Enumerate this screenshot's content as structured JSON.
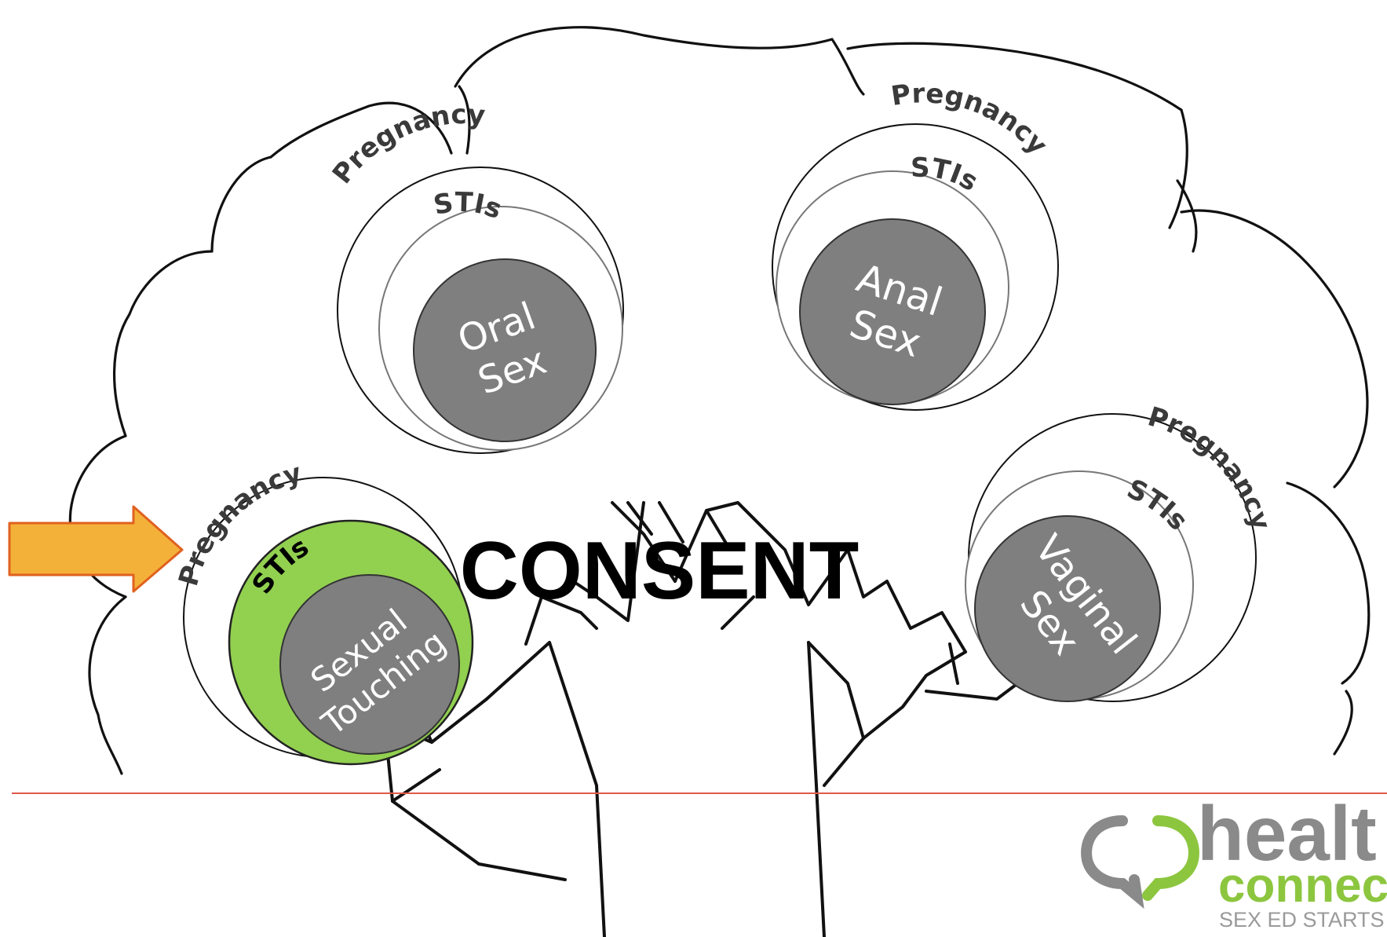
{
  "center_label": "CONSENT",
  "clusters": [
    {
      "id": "oral",
      "outer_label": "Pregnancy",
      "middle_label": "STIs",
      "core_line1": "Oral",
      "core_line2": "Sex",
      "highlighted": false
    },
    {
      "id": "anal",
      "outer_label": "Pregnancy",
      "middle_label": "STIs",
      "core_line1": "Anal",
      "core_line2": "Sex",
      "highlighted": false
    },
    {
      "id": "touching",
      "outer_label": "Pregnancy",
      "middle_label": "STIs",
      "core_line1": "Sexual",
      "core_line2": "Touching",
      "highlighted": true
    },
    {
      "id": "vaginal",
      "outer_label": "Pregnancy",
      "middle_label": "STIs",
      "core_line1": "Vaginal",
      "core_line2": "Sex",
      "highlighted": false
    }
  ],
  "logo": {
    "word1": "healt",
    "word2": "connect",
    "tagline": "SEX ED STARTS H"
  },
  "colors": {
    "highlight_green": "#92d050",
    "core_gray": "#7f7f7f",
    "arrow_orange": "#f4b13a",
    "arrow_outline": "#e0611f",
    "divider_red": "#e05a4a",
    "logo_green": "#8cc63f",
    "logo_gray": "#8a8a8a"
  },
  "icons": {
    "pointer": "arrow-right-icon",
    "logo_mark": "speech-bubbles-icon"
  }
}
